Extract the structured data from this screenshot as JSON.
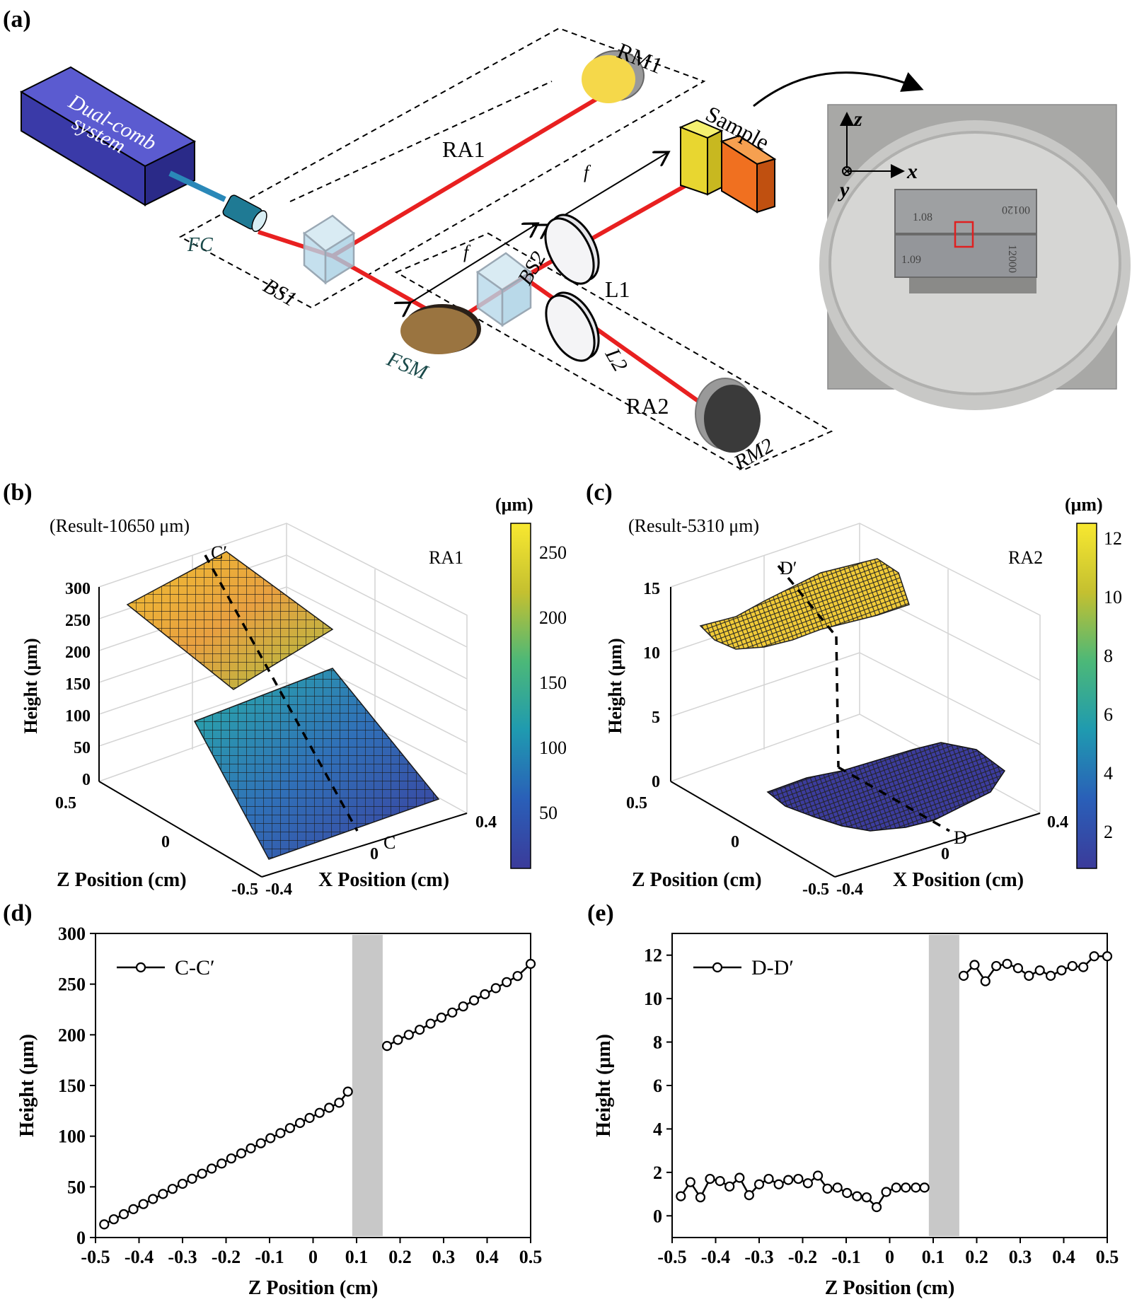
{
  "panels": {
    "a": {
      "label": "(a)",
      "dual_comb": "Dual-comb",
      "dual_comb_2": "system",
      "rm1": "RM1",
      "rm2": "RM2",
      "sample": "Sample",
      "ra1": "RA1",
      "ra2": "RA2",
      "fc": "FC",
      "bs1": "BS1",
      "bs2": "BS2",
      "fsm": "FSM",
      "l1": "L1",
      "l2": "L2",
      "f1": "f",
      "f2": "f",
      "axis_z": "z",
      "axis_x": "x",
      "axis_y": "y",
      "block1_top": "1.08",
      "block1_code": "00120",
      "block2_top": "1.09",
      "block2_code": "12000",
      "colors": {
        "beam": "#e82020",
        "housing": "#3a3aa8",
        "fsm": "#9a7440",
        "rm1": "#f5d84a",
        "sample_face": "#f07020"
      }
    },
    "b": {
      "label": "(b)",
      "result": "(Result-10650 μm)",
      "arm": "RA1",
      "cbar_unit": "(μm)",
      "cbar_ticks": [
        "250",
        "200",
        "150",
        "100",
        "50"
      ],
      "z_ticks": [
        "300",
        "250",
        "200",
        "150",
        "100",
        "50",
        "0"
      ],
      "zlabel": "Height (μm)",
      "xlabel": "X Position (cm)",
      "ylabel": "Z Position (cm)",
      "zpos_ticks": [
        "0.5",
        "0",
        "-0.5"
      ],
      "xpos_ticks": [
        "-0.4",
        "0",
        "0.4"
      ],
      "mark_top": "C′",
      "mark_bottom": "C"
    },
    "c": {
      "label": "(c)",
      "result": "(Result-5310 μm)",
      "arm": "RA2",
      "cbar_unit": "(μm)",
      "cbar_ticks": [
        "12",
        "10",
        "8",
        "6",
        "4",
        "2"
      ],
      "z_ticks": [
        "15",
        "10",
        "5",
        "0"
      ],
      "zlabel": "Height (μm)",
      "xlabel": "X Position (cm)",
      "ylabel": "Z Position (cm)",
      "zpos_ticks": [
        "0.5",
        "0",
        "-0.5"
      ],
      "xpos_ticks": [
        "-0.4",
        "0",
        "0.4"
      ],
      "mark_top": "D′",
      "mark_bottom": "D"
    },
    "d": {
      "label": "(d)"
    },
    "e": {
      "label": "(e)"
    }
  },
  "chart_data": [
    {
      "type": "line",
      "panel": "d",
      "xlabel": "Z Position (cm)",
      "ylabel": "Height (μm)",
      "xlim": [
        -0.5,
        0.5
      ],
      "ylim": [
        0,
        300
      ],
      "xticks": [
        "-0.5",
        "-0.4",
        "-0.3",
        "-0.2",
        "-0.1",
        "0",
        "0.1",
        "0.2",
        "0.3",
        "0.4",
        "0.5"
      ],
      "yticks": [
        "0",
        "50",
        "100",
        "150",
        "200",
        "250",
        "300"
      ],
      "legend_position": "top-left",
      "shaded_region": [
        0.09,
        0.16
      ],
      "series": [
        {
          "name": "C-C′",
          "x": [
            -0.48,
            -0.458,
            -0.435,
            -0.413,
            -0.39,
            -0.368,
            -0.345,
            -0.323,
            -0.3,
            -0.278,
            -0.255,
            -0.233,
            -0.21,
            -0.188,
            -0.165,
            -0.143,
            -0.12,
            -0.098,
            -0.075,
            -0.053,
            -0.03,
            -0.008,
            0.015,
            0.037,
            0.06,
            0.08
          ],
          "y": [
            13,
            18,
            23,
            28,
            33,
            38,
            43,
            48,
            53,
            58,
            63,
            68,
            73,
            78,
            83,
            88,
            93,
            98,
            103,
            108,
            113,
            118,
            123,
            128,
            133,
            144
          ]
        },
        {
          "name": "",
          "x": [
            0.17,
            0.195,
            0.22,
            0.245,
            0.27,
            0.295,
            0.32,
            0.345,
            0.37,
            0.395,
            0.42,
            0.445,
            0.47,
            0.5
          ],
          "y": [
            189,
            195,
            200,
            205,
            211,
            217,
            222,
            228,
            234,
            240,
            246,
            252,
            258,
            270
          ]
        }
      ]
    },
    {
      "type": "line",
      "panel": "e",
      "xlabel": "Z Position (cm)",
      "ylabel": "Height (μm)",
      "xlim": [
        -0.5,
        0.5
      ],
      "ylim": [
        -1,
        13
      ],
      "xticks": [
        "-0.5",
        "-0.4",
        "-0.3",
        "-0.2",
        "-0.1",
        "0",
        "0.1",
        "0.2",
        "0.3",
        "0.4",
        "0.5"
      ],
      "yticks": [
        "0",
        "2",
        "4",
        "6",
        "8",
        "10",
        "12"
      ],
      "legend_position": "top-left",
      "shaded_region": [
        0.09,
        0.16
      ],
      "series": [
        {
          "name": "D-D′",
          "x": [
            -0.48,
            -0.458,
            -0.435,
            -0.413,
            -0.39,
            -0.368,
            -0.345,
            -0.323,
            -0.3,
            -0.278,
            -0.255,
            -0.233,
            -0.21,
            -0.188,
            -0.165,
            -0.143,
            -0.12,
            -0.098,
            -0.075,
            -0.053,
            -0.03,
            -0.008,
            0.015,
            0.037,
            0.06,
            0.08
          ],
          "y": [
            0.9,
            1.55,
            0.85,
            1.7,
            1.6,
            1.35,
            1.75,
            0.95,
            1.45,
            1.7,
            1.45,
            1.65,
            1.7,
            1.5,
            1.85,
            1.25,
            1.3,
            1.05,
            0.9,
            0.85,
            0.4,
            1.1,
            1.3,
            1.3,
            1.3,
            1.3
          ]
        },
        {
          "name": "",
          "x": [
            0.17,
            0.195,
            0.22,
            0.245,
            0.27,
            0.295,
            0.32,
            0.345,
            0.37,
            0.395,
            0.42,
            0.445,
            0.47,
            0.5
          ],
          "y": [
            11.05,
            11.55,
            10.8,
            11.5,
            11.6,
            11.4,
            11.05,
            11.3,
            11.05,
            11.3,
            11.5,
            11.45,
            11.95,
            11.95
          ]
        }
      ]
    }
  ]
}
